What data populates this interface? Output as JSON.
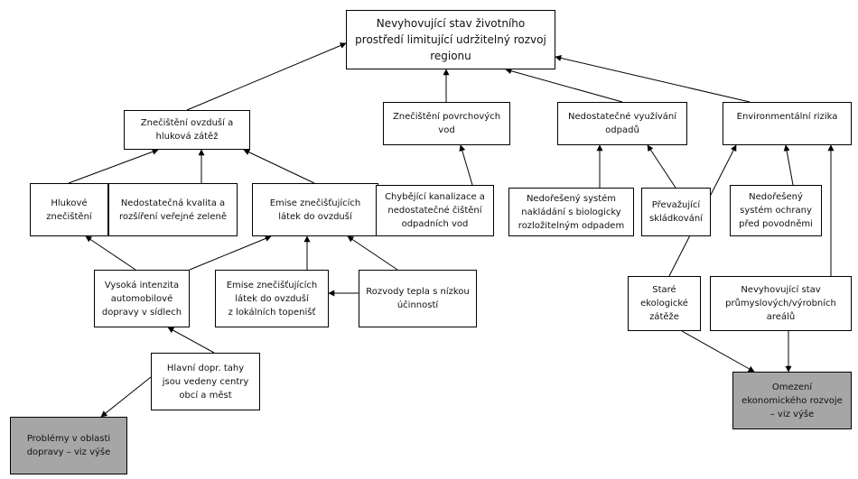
{
  "diagram": {
    "nodes": {
      "root": "Nevyhovující stav životního\nprostředí limitující udržitelný rozvoj\nregionu",
      "air": "Znečištění ovzduší a\nhluková zátěž",
      "water": "Znečištění povrchových\nvod",
      "waste": "Nedostatečné využívání\nodpadů",
      "risk": "Environmentální rizika",
      "noise": "Hlukové\nznečištění",
      "greenery": "Nedostatečná kvalita a\nrozšíření veřejné zeleně",
      "emissions": "Emise znečišťujících\nlátek do ovzduší",
      "sewer": "Chybějící kanalizace a\nnedostatečné čištění\nodpadních vod",
      "biowaste": "Nedořešený systém\nnakládání s biologicky\nrozložitelným odpadem",
      "landfill": "Převažující\nskládkování",
      "flood": "Nedořešený\nsystém ochrany\npřed povodněmi",
      "traffic": "Vysoká intenzita\nautomobilové\ndopravy v sídlech",
      "local": "Emise znečišťujících\nlátek do ovzduší\nz lokálních topenišť",
      "heat": "Rozvody tepla s nízkou\núčinností",
      "old": "Staré\nekologické\nzátěže",
      "industrial": "Nevyhovující stav\nprůmyslových/výrobních\nareálů",
      "roads": "Hlavní dopr. tahy\njsou vedeny centry\nobcí a měst",
      "econ": "Omezení\nekonomického rozvoje\n– viz výše",
      "transport": "Problémy v oblasti\ndopravy – viz výše"
    }
  }
}
